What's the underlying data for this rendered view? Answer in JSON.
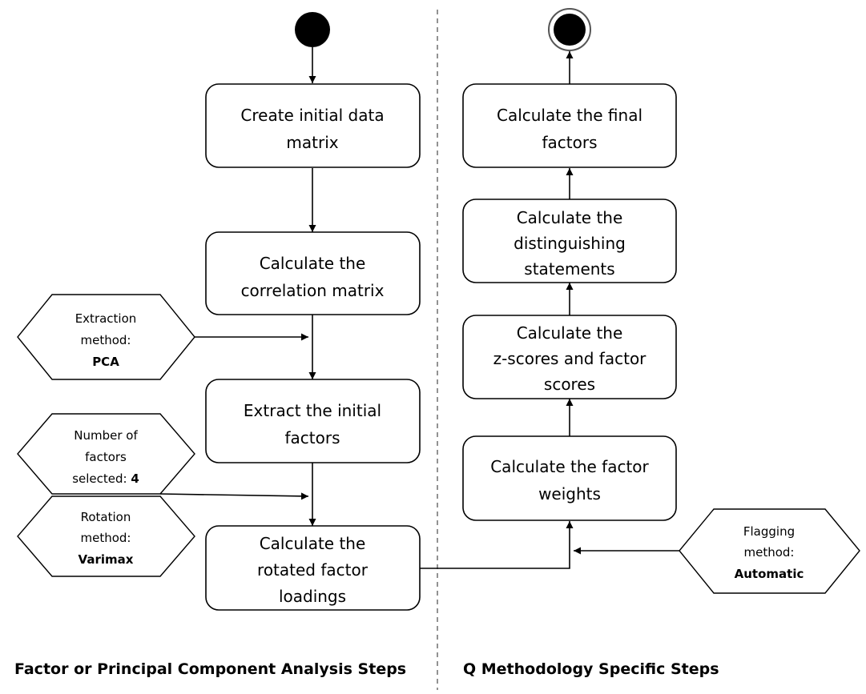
{
  "steps": {
    "create_matrix": [
      "Create initial data",
      "matrix"
    ],
    "correlation": [
      "Calculate the",
      "correlation matrix"
    ],
    "extract": [
      "Extract the initial",
      "factors"
    ],
    "rotated": [
      "Calculate the",
      "rotated factor",
      "loadings"
    ],
    "final": [
      "Calculate the final",
      "factors"
    ],
    "distinguishing": [
      "Calculate the",
      "distinguishing",
      "statements"
    ],
    "zscores": [
      "Calculate the",
      "z-scores and factor",
      "scores"
    ],
    "weights": [
      "Calculate the factor",
      "weights"
    ]
  },
  "parameters": {
    "extraction": {
      "lines": [
        "Extraction",
        "method:"
      ],
      "value": "PCA"
    },
    "num_factors": {
      "lines": [
        "Number of",
        "factors"
      ],
      "prefix": "selected: ",
      "value": "4"
    },
    "rotation": {
      "lines": [
        "Rotation",
        "method:"
      ],
      "value": "Varimax"
    },
    "flagging": {
      "lines": [
        "Flagging",
        "method:"
      ],
      "value": "Automatic"
    }
  },
  "sections": {
    "left": "Factor or Principal Component Analysis Steps",
    "right": "Q Methodology Specific Steps"
  }
}
